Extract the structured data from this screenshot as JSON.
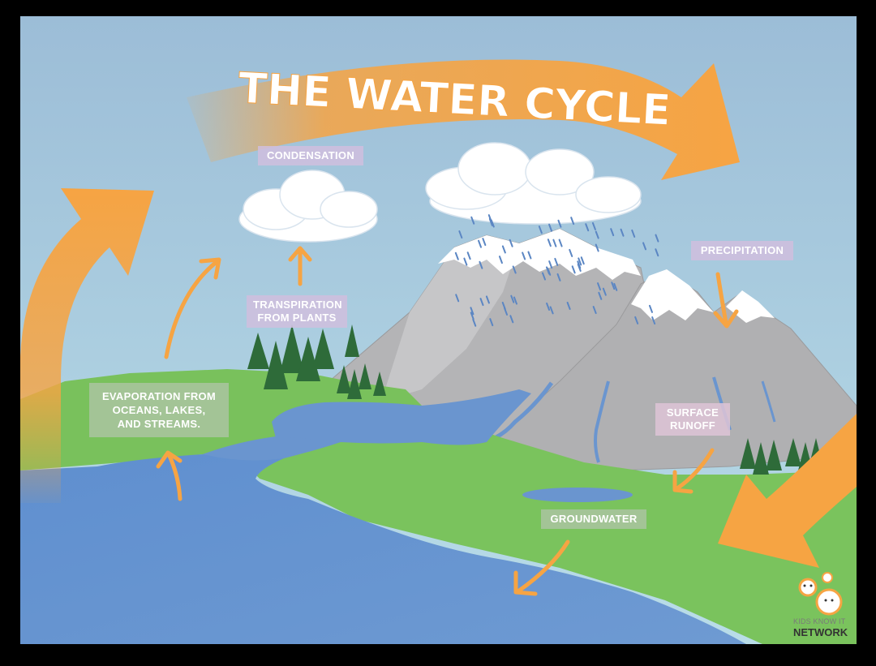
{
  "diagram": {
    "title": "THE WATER CYCLE",
    "labels": {
      "condensation": "CONDENSATION",
      "transpiration_line1": "TRANSPIRATION",
      "transpiration_line2": "FROM PLANTS",
      "precipitation": "PRECIPITATION",
      "evaporation_line1": "EVAPORATION FROM",
      "evaporation_line2": "OCEANS, LAKES,",
      "evaporation_line3": "AND STREAMS.",
      "surface_runoff_line1": "SURFACE",
      "surface_runoff_line2": "RUNOFF",
      "groundwater": "GROUNDWATER"
    },
    "logo": {
      "line1": "KIDS KNOW IT",
      "line2": "NETWORK"
    },
    "colors": {
      "sky_top": "#9dbfd8",
      "sky_bottom": "#b7dbe6",
      "arrow": "#f6a443",
      "land": "#79c15c",
      "water": "#6a95cf",
      "mountain": "#b5b5b7",
      "snow": "#ffffff",
      "tree": "#2e6b39",
      "border": "#000000"
    }
  }
}
